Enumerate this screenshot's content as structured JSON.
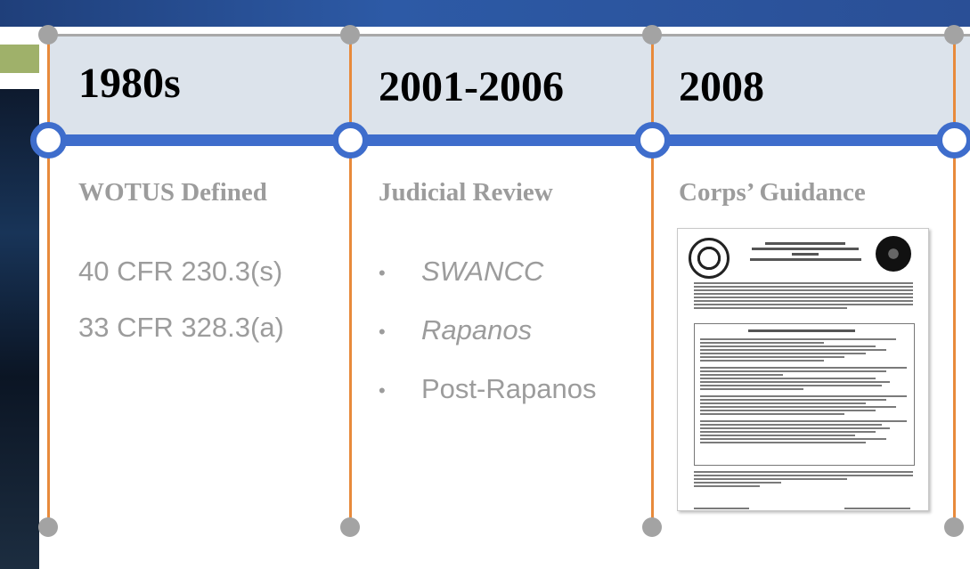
{
  "columns": [
    {
      "year": "1980s",
      "subtitle": "WOTUS Defined",
      "refs": [
        "40 CFR 230.3(s)",
        "33 CFR 328.3(a)"
      ]
    },
    {
      "year": "2001-2006",
      "subtitle": "Judicial Review",
      "bullets": [
        {
          "marker": "•",
          "text": "SWANCC",
          "italic": true
        },
        {
          "marker": "•",
          "text": "Rapanos",
          "italic": true
        },
        {
          "marker": "•",
          "text": "Post-Rapanos",
          "italic": false
        }
      ]
    },
    {
      "year": "2008",
      "subtitle": "Corps’ Guidance",
      "document": "memo-thumbnail"
    }
  ],
  "colors": {
    "header_band": "#dce3eb",
    "timeline_line": "#3e6dcc",
    "vertical_connector": "#e88a3b",
    "node_dot": "#a3a3a3",
    "subtitle_text": "#9c9c9c"
  }
}
